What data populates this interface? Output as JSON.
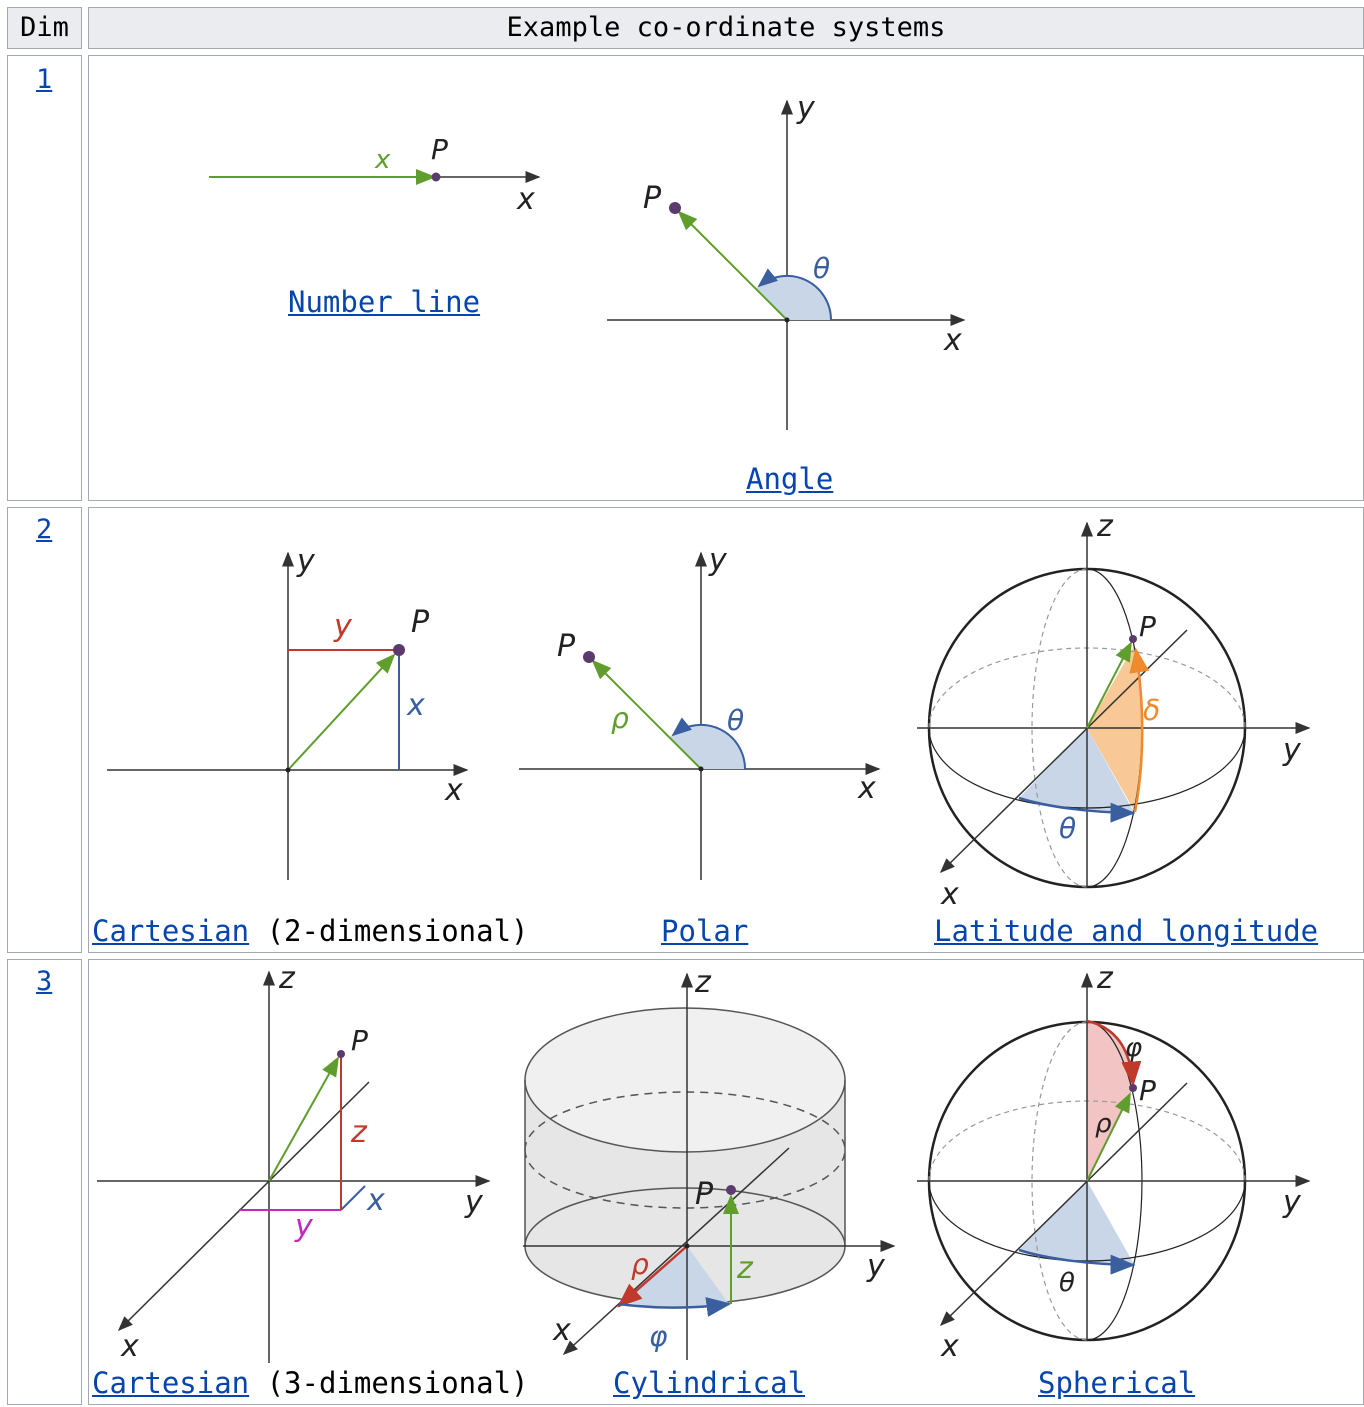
{
  "table": {
    "header": {
      "dim": "Dim",
      "systems": "Example co-ordinate systems"
    },
    "rows": [
      {
        "dim": "1",
        "items": [
          {
            "link": "Number line",
            "suffix": "",
            "labels": {
              "x_var": "x",
              "p": "P",
              "x_axis": "x"
            }
          },
          {
            "link": "Angle",
            "suffix": "",
            "labels": {
              "y": "y",
              "p": "P",
              "theta": "θ",
              "x": "x"
            }
          }
        ]
      },
      {
        "dim": "2",
        "items": [
          {
            "link": "Cartesian",
            "suffix": " (2-dimensional)",
            "labels": {
              "y_axis": "y",
              "y_comp": "y",
              "p": "P",
              "x_comp": "x",
              "x_axis": "x"
            }
          },
          {
            "link": "Polar",
            "suffix": "",
            "labels": {
              "y": "y",
              "p": "P",
              "rho": "ρ",
              "theta": "θ",
              "x": "x"
            }
          },
          {
            "link": "Latitude and longitude",
            "suffix": "",
            "labels": {
              "z": "z",
              "p": "P",
              "delta": "δ",
              "y": "y",
              "theta": "θ",
              "x": "x"
            }
          }
        ]
      },
      {
        "dim": "3",
        "items": [
          {
            "link": "Cartesian",
            "suffix": " (3-dimensional)",
            "labels": {
              "z_axis": "z",
              "p": "P",
              "z_comp": "z",
              "x_comp": "x",
              "y_axis": "y",
              "y_comp": "y",
              "x_axis": "x"
            }
          },
          {
            "link": "Cylindrical",
            "suffix": "",
            "labels": {
              "z_axis": "z",
              "p": "P",
              "z_comp": "z",
              "y": "y",
              "rho": "ρ",
              "phi": "φ",
              "x": "x"
            }
          },
          {
            "link": "Spherical",
            "suffix": "",
            "labels": {
              "z": "z",
              "phi": "φ",
              "p": "P",
              "rho": "ρ",
              "y": "y",
              "theta": "θ",
              "x": "x"
            }
          }
        ]
      }
    ]
  },
  "colors": {
    "link": "#0645ad",
    "header_bg": "#eaecf0",
    "border": "#a2a9b1",
    "green": "#5f9e2d",
    "red": "#c0392b",
    "blue": "#3a5fa0",
    "orange": "#f08a2c",
    "magenta": "#c02ac0",
    "point": "#5b3a6e",
    "fill_blue": "#c9d6e8",
    "fill_orange": "#f8c897",
    "fill_red": "#f2c4c4",
    "cylinder_fill": "#e6e6e6"
  }
}
